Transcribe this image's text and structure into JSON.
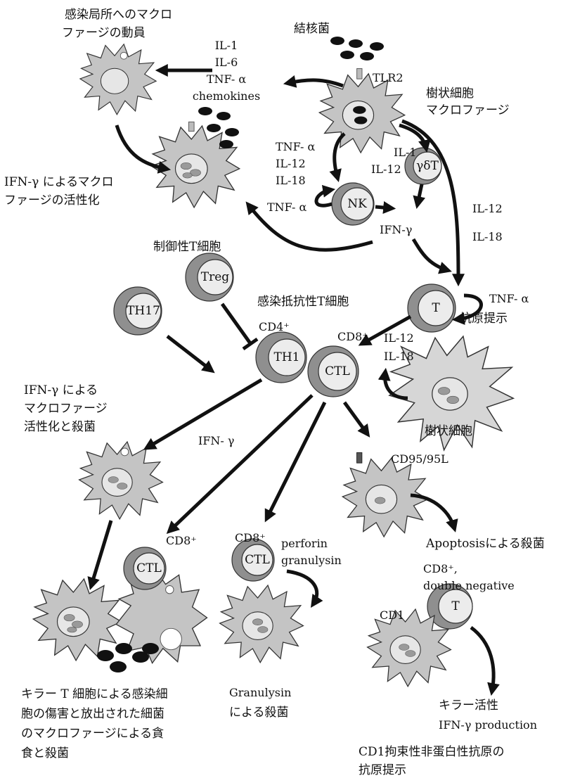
{
  "labels": {
    "recruit": [
      "感染局所へのマクロ",
      "ファージの動員"
    ],
    "cytokines_top": [
      "IL-1",
      "IL-6",
      "TNF- α",
      "chemokines"
    ],
    "tb": "結核菌",
    "tlr2": "TLR2",
    "dc_macro": [
      "樹状細胞",
      "マクロファージ"
    ],
    "ifn_activation": [
      "IFN-γ によるマクロ",
      "ファージの活性化"
    ],
    "tnf_il12_il18": [
      "TNF- α",
      "IL-12",
      "IL-18"
    ],
    "il1_il12": [
      "IL-1",
      "IL-12"
    ],
    "tnf_a_left": "TNF- α",
    "ifn_g_mid": "IFN-γ",
    "il12_il18_right": [
      "IL-12",
      "IL-18"
    ],
    "treg_title": "制御性T細胞",
    "resistant_title": "感染抵抗性T細胞",
    "tnf_a_right": "TNF- α",
    "antigen_present": "抗原提示",
    "cd4": "CD4⁺",
    "cd8_a": "CD8⁺",
    "il12_il18_lower": [
      "IL-12",
      "IL-18"
    ],
    "dc_lower": "樹状細胞",
    "ifn_kill": [
      "IFN-γ による",
      "マクロファージ",
      "活性化と殺菌"
    ],
    "ifn_g_lower": "IFN- γ",
    "cd95": "CD95/95L",
    "apoptosis": "Apoptosisによる殺菌",
    "cd8_b": "CD8⁺",
    "cd8_c": "CD8⁺",
    "perforin": [
      "perforin",
      "granulysin"
    ],
    "cd8_double": [
      "CD8⁺,",
      "double negative"
    ],
    "cd1": "CD1",
    "killer_caption": [
      "キラー T 細胞による感染細",
      "胞の傷害と放出された細菌",
      "のマクロファージによる貪",
      "食と殺菌"
    ],
    "granulysin_caption": [
      "Granulysin",
      "による殺菌"
    ],
    "killer_activity": "キラー活性",
    "ifn_production": "IFN-γ production",
    "cd1_caption": [
      "CD1拘束性非蛋白性抗原の",
      "抗原提示"
    ]
  },
  "cells": {
    "gd": "γδT",
    "nk": "NK",
    "t_upper": "T",
    "treg": "Treg",
    "th17": "TH17",
    "th1": "TH1",
    "ctl_main": "CTL",
    "ctl_left": "CTL",
    "ctl_mid": "CTL",
    "t_lower": "T"
  }
}
